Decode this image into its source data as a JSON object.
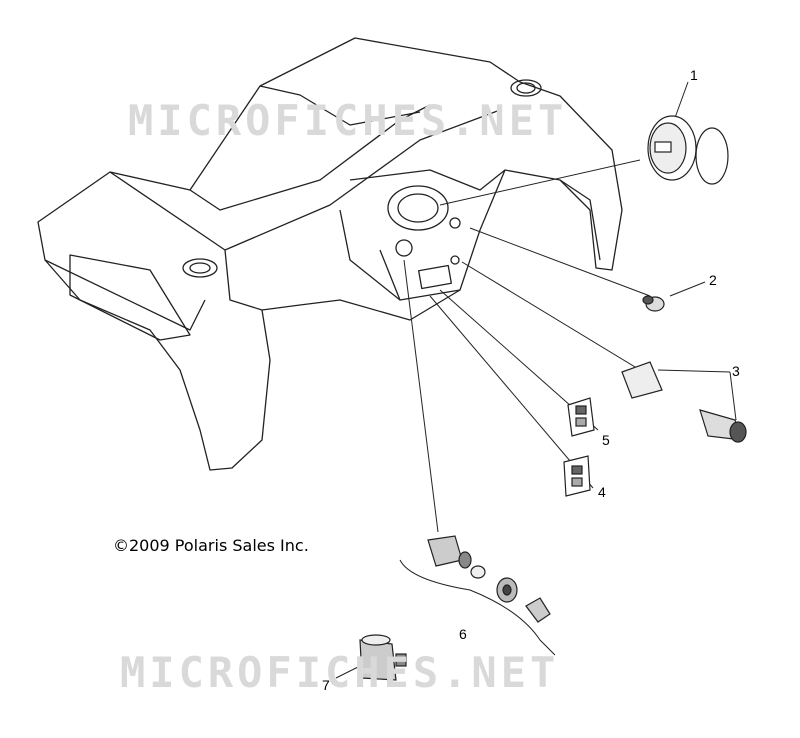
{
  "copyright": "©2009 Polaris Sales Inc.",
  "watermark": "MICROFICHES.NET",
  "callouts": [
    "1",
    "2",
    "3",
    "4",
    "5",
    "6",
    "7"
  ]
}
